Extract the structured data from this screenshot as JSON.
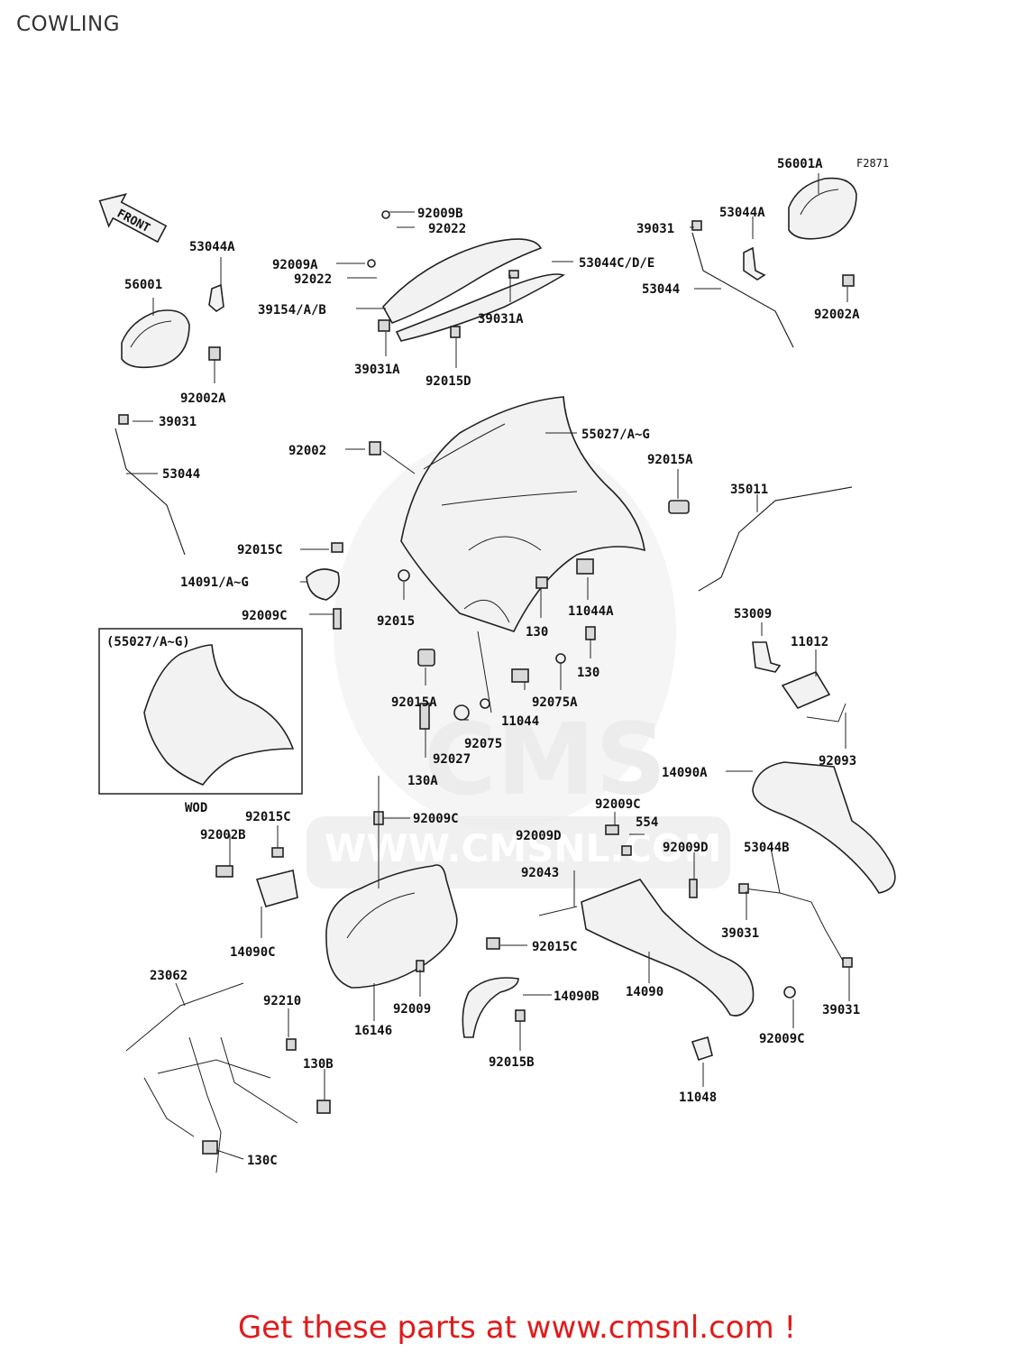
{
  "title": "COWLING",
  "diagram_code": "F2871",
  "front_marker": "FRONT",
  "inset": {
    "label": "(55027/A~G)",
    "caption": "WOD"
  },
  "watermark": {
    "brand": "CMS",
    "url": "WWW.CMSNL.COM"
  },
  "footer": "Get these parts at www.cmsnl.com !",
  "labels": {
    "l01": "56001A",
    "l02": "53044A",
    "l03": "39031",
    "l04": "53044C/D/E",
    "l05": "53044",
    "l06": "92002A",
    "l07": "92009B",
    "l08": "92022",
    "l09": "92009A",
    "l10": "92022",
    "l11": "39154/A/B",
    "l12": "39031A",
    "l13": "39031A",
    "l14": "92015D",
    "l15": "53044A",
    "l16": "56001",
    "l17": "92002A",
    "l18": "39031",
    "l19": "53044",
    "l20": "92002",
    "l21": "55027/A~G",
    "l22": "92015A",
    "l23": "35011",
    "l24": "92015C",
    "l25": "14091/A~G",
    "l26": "92009C",
    "l27": "92015",
    "l28": "130",
    "l29": "11044A",
    "l30": "53009",
    "l31": "11012",
    "l32": "130",
    "l33": "92015A",
    "l34": "92075A",
    "l35": "11044",
    "l36": "92075",
    "l37": "92027",
    "l38": "130A",
    "l39": "92093",
    "l40": "14090A",
    "l41": "92015C",
    "l42": "92009C",
    "l43": "92002B",
    "l44": "92009C",
    "l45": "92009D",
    "l46": "554",
    "l47": "92009D",
    "l48": "53044B",
    "l49": "92043",
    "l50": "14090C",
    "l51": "92015C",
    "l52": "39031",
    "l53": "23062",
    "l54": "92009",
    "l55": "14090B",
    "l56": "14090",
    "l57": "39031",
    "l58": "92210",
    "l59": "16146",
    "l60": "92015B",
    "l61": "92009C",
    "l62": "130B",
    "l63": "11048",
    "l64": "130C"
  }
}
